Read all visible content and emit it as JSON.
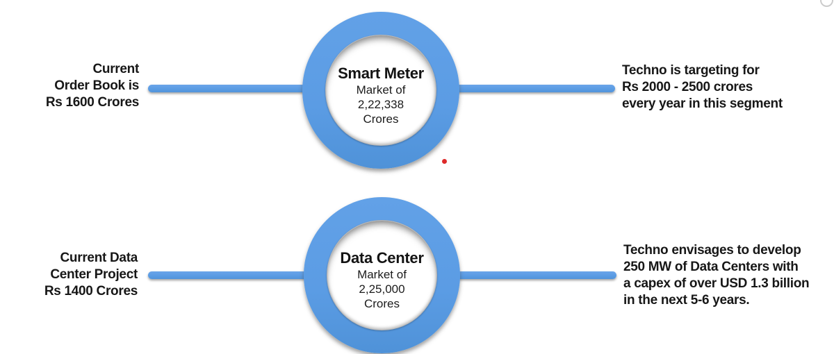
{
  "colors": {
    "ring_blue": "#5B9CE4",
    "inner_circle": "#FFFFFF",
    "text": "#161616",
    "red_dot": "#DE2A2A",
    "corner_glyph_gray": "#9A9A9A"
  },
  "rows": [
    {
      "left_note": {
        "lines": [
          "Current",
          "Order Book is",
          "Rs 1600 Crores"
        ]
      },
      "circle": {
        "title": "Smart Meter",
        "lines": [
          "Market of",
          "2,22,338",
          "Crores"
        ]
      },
      "right_note": {
        "lines": [
          "Techno is targeting for",
          "Rs 2000 - 2500 crores",
          "every year in this segment"
        ]
      }
    },
    {
      "left_note": {
        "lines": [
          "Current Data",
          "Center Project",
          "Rs 1400 Crores"
        ]
      },
      "circle": {
        "title": "Data Center",
        "lines": [
          "Market of",
          "2,25,000",
          "Crores"
        ]
      },
      "right_note": {
        "lines": [
          "Techno envisages to develop",
          "250 MW of Data Centers with",
          "a capex of over USD 1.3 billion",
          "in the next 5-6 years."
        ]
      }
    }
  ]
}
